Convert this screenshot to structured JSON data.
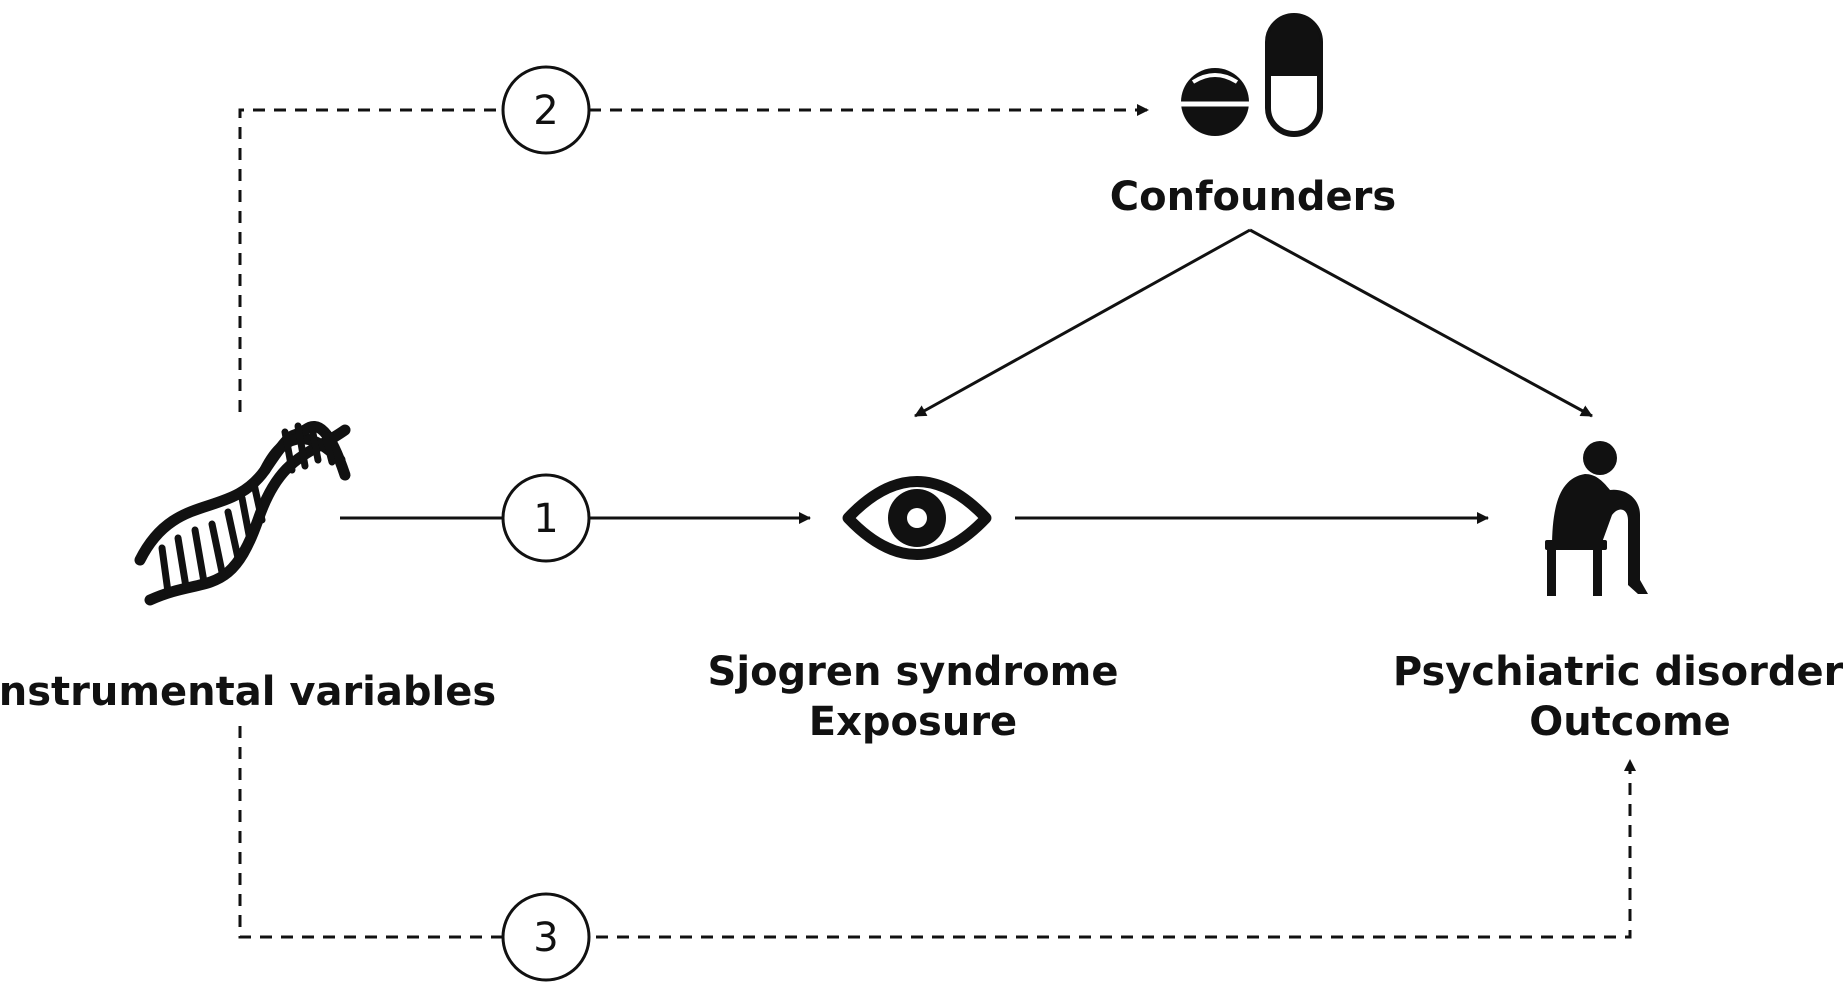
{
  "colors": {
    "background": "#ffffff",
    "ink": "#111111"
  },
  "nodes": {
    "instrumental": {
      "label": "Instrumental variables",
      "icon": "dna-icon"
    },
    "exposure": {
      "label_line1": "Sjogren syndrome",
      "label_line2": "Exposure",
      "icon": "eye-icon"
    },
    "outcome": {
      "label_line1": "Psychiatric disorders",
      "label_line2": "Outcome",
      "icon": "sitting-person-icon"
    },
    "confounders": {
      "label": "Confounders",
      "icon": "pills-icon"
    }
  },
  "paths": {
    "path1": {
      "number": "1"
    },
    "path2": {
      "number": "2"
    },
    "path3": {
      "number": "3"
    }
  }
}
